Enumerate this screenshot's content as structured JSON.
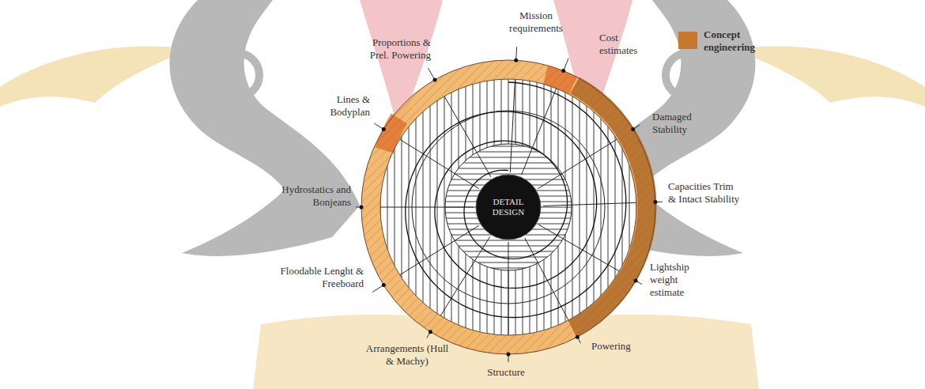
{
  "diagram": {
    "nodes": [
      {
        "text": [
          "DETAIL DESIGN"
        ]
      }
    ],
    "labels": [
      "Mission requirements",
      "Proportions & Prel. Powering",
      "Cost estimates",
      "Lines & Bodyplan",
      "Damaged Stability",
      "Hydrostatics and Bonjeans",
      "Capacities Trim & Intact Stability",
      "Floodable Lenght & Freeboard",
      "Lightship weight estimate",
      "Arrangements (Hull & Machy)",
      "Powering",
      "Structure"
    ],
    "legend": [
      {
        "text": "Concept engineering",
        "color": "#c8782e"
      }
    ]
  }
}
